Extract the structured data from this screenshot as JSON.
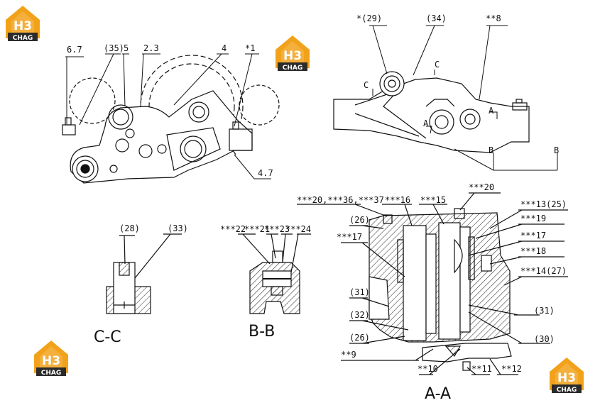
{
  "logo": {
    "top": "H3",
    "bottom": "CHAG",
    "primary_color": "#f2a21a",
    "dark_color": "#2b2b2b"
  },
  "top_left_labels": {
    "a": "6.7",
    "b": "(35)",
    "c": "5",
    "d": "2.3",
    "e": "4",
    "f": "*1",
    "g": "4.7"
  },
  "top_right_labels": {
    "a": "*(29)",
    "b": "(34)",
    "c": "**8",
    "cutC1": "C",
    "cutC2": "C",
    "cutA1": "A",
    "cutA2": "A",
    "cutB1": "B",
    "cutB2": "B"
  },
  "cc": {
    "a": "(28)",
    "b": "(33)",
    "title": "C-C"
  },
  "bb": {
    "a": "***22",
    "b": "***21",
    "c": "***23",
    "d": "***24",
    "title": "B-B"
  },
  "aa": {
    "l1": "***20,***36,***37",
    "l2": "***16",
    "l3": "***15",
    "l4": "***20",
    "l5": "***13(25)",
    "l6": "***19",
    "l7": "***17",
    "l8": "***18",
    "l9": "***14(27)",
    "l10": "(26)",
    "l11": "***17",
    "l12": "(31)",
    "l13": "(32)",
    "l14": "(26)",
    "l15": "(31)",
    "l16": "(30)",
    "l17": "**9",
    "l18": "**10",
    "l19": "**11",
    "l20": "**12",
    "title": "A-A"
  }
}
